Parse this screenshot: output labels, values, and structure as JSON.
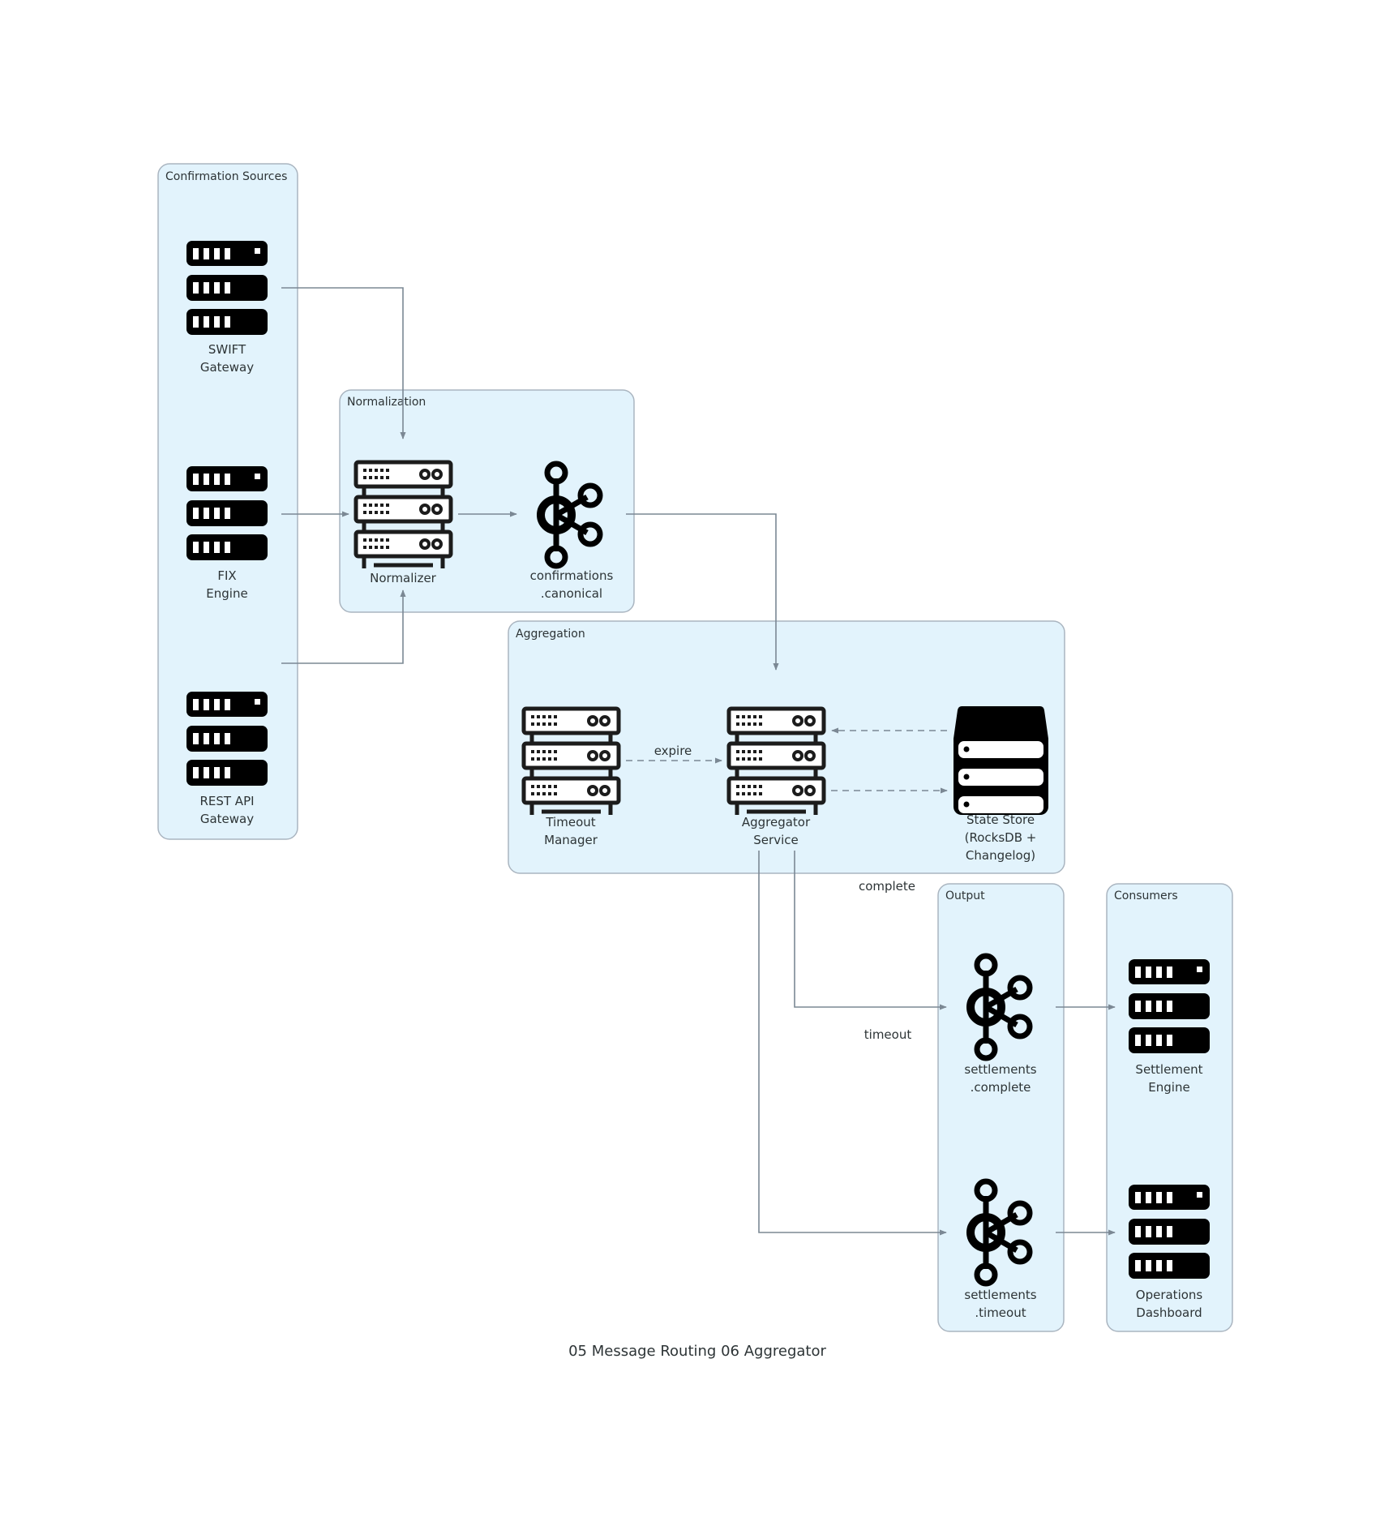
{
  "title": "05 Message Routing 06 Aggregator",
  "clusters": {
    "sources": "Confirmation Sources",
    "normalization": "Normalization",
    "aggregation": "Aggregation",
    "output": "Output",
    "consumers": "Consumers"
  },
  "nodes": {
    "swift": {
      "line1": "SWIFT",
      "line2": "Gateway",
      "icon": "server-rack-solid-icon"
    },
    "fix": {
      "line1": "FIX",
      "line2": "Engine",
      "icon": "server-rack-solid-icon"
    },
    "rest": {
      "line1": "REST API",
      "line2": "Gateway",
      "icon": "server-rack-solid-icon"
    },
    "normalizer": {
      "line1": "Normalizer",
      "icon": "server-rack-outline-icon"
    },
    "canonical": {
      "line1": "confirmations",
      "line2": ".canonical",
      "icon": "kafka-topic-icon"
    },
    "timeout_manager": {
      "line1": "Timeout",
      "line2": "Manager",
      "icon": "server-rack-outline-icon"
    },
    "aggregator": {
      "line1": "Aggregator",
      "line2": "Service",
      "icon": "server-rack-outline-icon"
    },
    "state_store": {
      "line1": "State Store",
      "line2": "(RocksDB +",
      "line3": "Changelog)",
      "icon": "database-icon"
    },
    "settlements_complete": {
      "line1": "settlements",
      "line2": ".complete",
      "icon": "kafka-topic-icon"
    },
    "settlements_timeout": {
      "line1": "settlements",
      "line2": ".timeout",
      "icon": "kafka-topic-icon"
    },
    "settlement_engine": {
      "line1": "Settlement",
      "line2": "Engine",
      "icon": "server-rack-solid-icon"
    },
    "ops_dashboard": {
      "line1": "Operations",
      "line2": "Dashboard",
      "icon": "server-rack-solid-icon"
    }
  },
  "edges": {
    "expire": "expire",
    "complete": "complete",
    "timeout": "timeout"
  },
  "colors": {
    "cluster_fill": "#e2f3fc",
    "cluster_stroke": "#aab5c0",
    "edge": "#7b8894",
    "text": "#2d3436",
    "icon": "#000000"
  }
}
